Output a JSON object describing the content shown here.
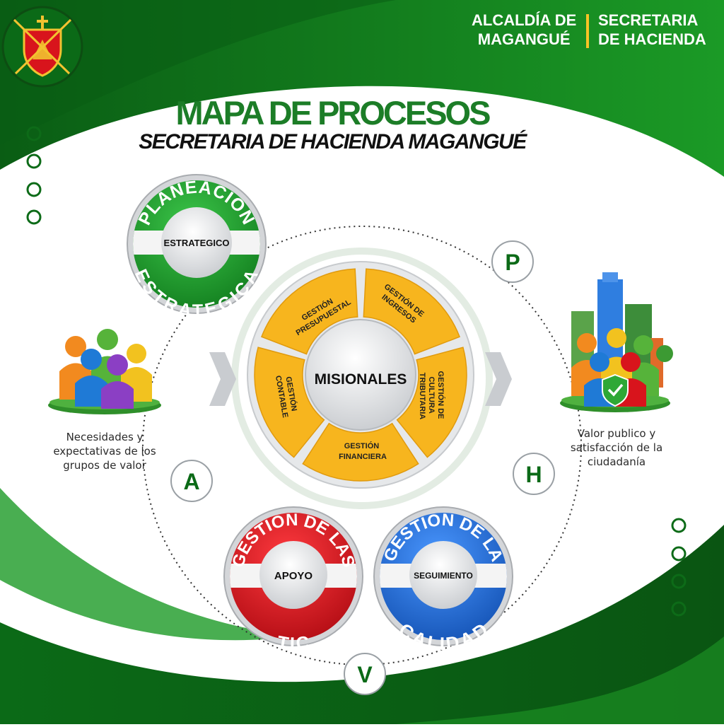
{
  "header": {
    "left_line1": "ALCALDÍA DE",
    "left_line2": "MAGANGUÉ",
    "right_line1": "SECRETARIA",
    "right_line2": "DE HACIENDA"
  },
  "title": {
    "main": "MAPA DE PROCESOS",
    "sub": "SECRETARIA DE HACIENDA MAGANGUÉ"
  },
  "phva": {
    "p": "P",
    "h": "H",
    "v": "V",
    "a": "A"
  },
  "strategic": {
    "arc_top": "PLANEACION",
    "band": "ESTRATEGICO",
    "arc_bottom": "ESTRATEGICA"
  },
  "missional": {
    "center": "MISIONALES",
    "segments": [
      {
        "line1": "GESTIÓN",
        "line2": "PRESUPUESTAL"
      },
      {
        "line1": "GESTIÓN DE",
        "line2": "INGRESOS"
      },
      {
        "line1": "GESTIÓN DE",
        "line2": "CULTURA",
        "line3": "TRIBUTARIA"
      },
      {
        "line1": "GESTIÓN",
        "line2": "FINANCIERA"
      },
      {
        "line1": "GESTIÓN",
        "line2": "CONTABLE"
      }
    ]
  },
  "support": {
    "arc_top": "GESTION DE LAS",
    "band": "APOYO",
    "arc_bottom": "TIC"
  },
  "quality": {
    "arc_top": "GESTION DE LA",
    "band": "SEGUIMIENTO",
    "arc_bottom": "CALIDAD"
  },
  "input_caption": {
    "line1": "Necesidades y",
    "line2": "expectativas de los",
    "line3": "grupos de valor"
  },
  "output_caption": {
    "line1": "Valor publico y",
    "line2": "satisfacción de la",
    "line3": "ciudadanía"
  },
  "colors": {
    "dark_green": "#0a5d14",
    "brand_green": "#158a1f",
    "yellow": "#f7b51e",
    "red": "#d8141c",
    "blue": "#1f6ed6",
    "title_green": "#1c7d27"
  }
}
